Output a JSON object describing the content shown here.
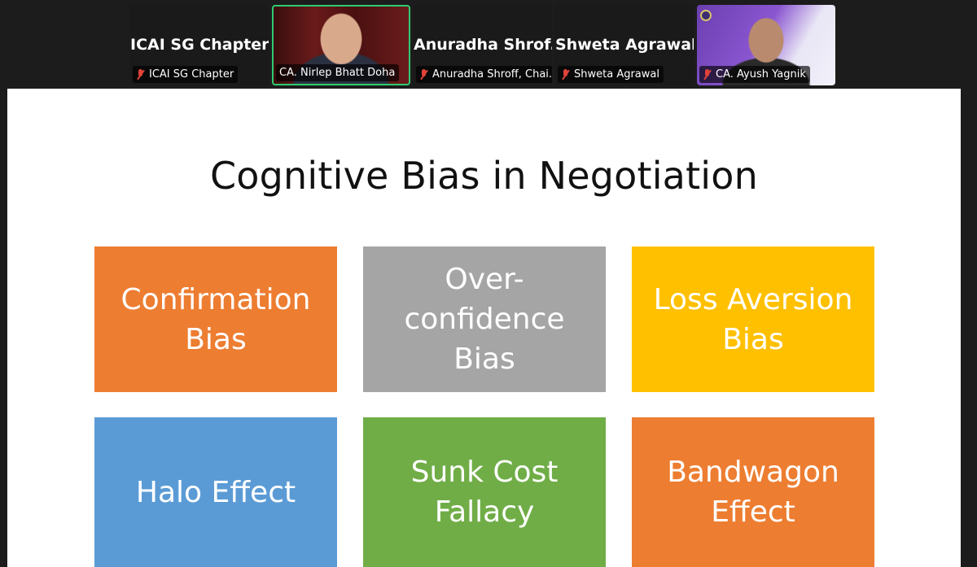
{
  "participants": [
    {
      "tile_name": "ICAI SG Chapter",
      "label": "ICAI SG Chapter",
      "muted": true,
      "video": false
    },
    {
      "tile_name": "",
      "label": "CA. Nirlep Bhatt Doha",
      "muted": false,
      "video": true,
      "active_speaker": true
    },
    {
      "tile_name": "Anuradha  Shrof...",
      "label": "Anuradha Shroff, Chai...",
      "muted": true,
      "video": false
    },
    {
      "tile_name": "Shweta Agrawal",
      "label": "Shweta Agrawal",
      "muted": true,
      "video": false
    },
    {
      "tile_name": "",
      "label": "CA. Ayush Yagnik",
      "muted": true,
      "video": true
    }
  ],
  "slide": {
    "title": "Cognitive Bias in Negotiation",
    "boxes": [
      {
        "text": "Confirmation Bias",
        "color": "#ED7D31"
      },
      {
        "text": "Over-confidence Bias",
        "color": "#A5A5A5"
      },
      {
        "text": "Loss Aversion Bias",
        "color": "#FFC000"
      },
      {
        "text": "Halo Effect",
        "color": "#5B9BD5"
      },
      {
        "text": "Sunk Cost Fallacy",
        "color": "#70AD47"
      },
      {
        "text": "Bandwagon Effect",
        "color": "#ED7D31"
      }
    ]
  },
  "colors": {
    "active_speaker_border": "#2ECC71",
    "muted_icon": "#E0433A",
    "background": "#1C1C1C"
  }
}
